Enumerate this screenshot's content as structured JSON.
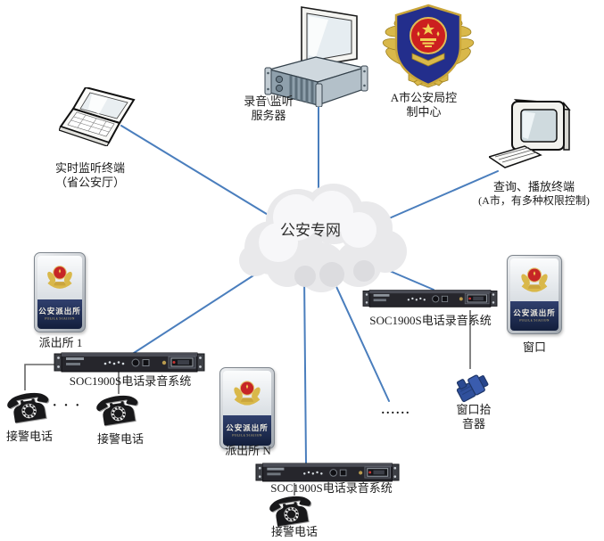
{
  "colors": {
    "link_blue": "#4a7ebd",
    "wire_gray": "#666666",
    "sign_navy": "#1e2a4f",
    "badge_gold": "#d9b84a",
    "badge_red": "#c62626",
    "badge_navy": "#232e8c",
    "pickup_blue": "#30509c"
  },
  "cloud_label": "公安专网",
  "labels": {
    "server_1": "录音\\监听",
    "server_2": "服务器",
    "control_center_1": "A市公安局控",
    "control_center_2": "制中心",
    "listen_terminal_1": "实时监听终端",
    "listen_terminal_2": "（省公安厅）",
    "query_terminal_1": "查询、播放终端",
    "query_terminal_2": "(A市，有多种权限控制)",
    "station_1": "派出所  1",
    "station_n": "派出所  N",
    "window": "窗口",
    "pickup_1": "窗口拾",
    "pickup_2": "音器",
    "recorder": "SOC1900S电话录音系统",
    "alarm_phone": "接警电话",
    "dots_phones": "· · ·",
    "dots_branches": "......"
  },
  "sign_plaque": {
    "cn": "公安派出所",
    "en": "POLICE STATION"
  },
  "icons": {
    "phone_glyph": "☎"
  }
}
